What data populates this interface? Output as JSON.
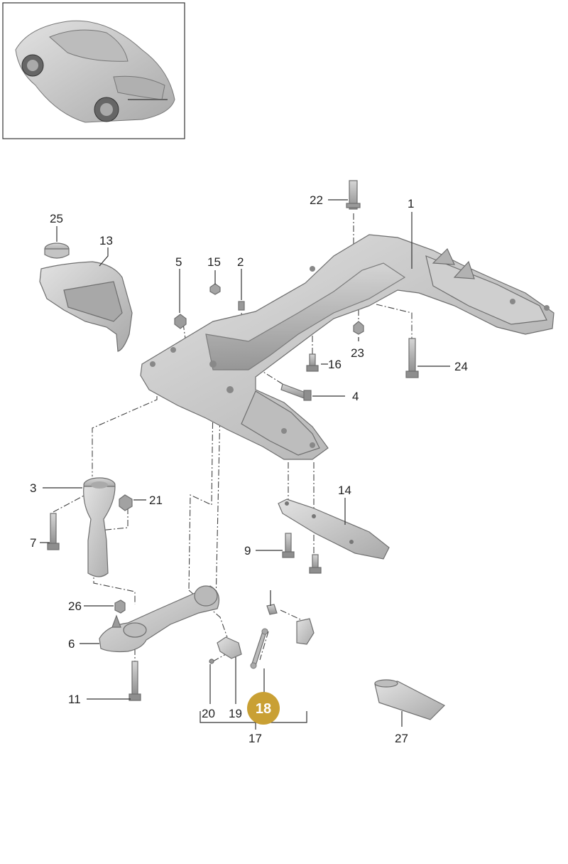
{
  "highlight_color": "#c9a034",
  "part_fill": "#c8c8c8",
  "part_dark": "#9a9a9a",
  "parts": [
    {
      "id": "p1",
      "label": "1"
    },
    {
      "id": "p2",
      "label": "2"
    },
    {
      "id": "p3",
      "label": "3"
    },
    {
      "id": "p4",
      "label": "4"
    },
    {
      "id": "p5",
      "label": "5"
    },
    {
      "id": "p6",
      "label": "6"
    },
    {
      "id": "p7",
      "label": "7"
    },
    {
      "id": "p9",
      "label": "9"
    },
    {
      "id": "p11",
      "label": "11"
    },
    {
      "id": "p13",
      "label": "13"
    },
    {
      "id": "p14",
      "label": "14"
    },
    {
      "id": "p15",
      "label": "15"
    },
    {
      "id": "p16",
      "label": "16"
    },
    {
      "id": "p17",
      "label": "17"
    },
    {
      "id": "p18",
      "label": "18",
      "highlighted": true
    },
    {
      "id": "p19",
      "label": "19"
    },
    {
      "id": "p20",
      "label": "20"
    },
    {
      "id": "p21",
      "label": "21"
    },
    {
      "id": "p22",
      "label": "22"
    },
    {
      "id": "p23",
      "label": "23"
    },
    {
      "id": "p24",
      "label": "24"
    },
    {
      "id": "p25",
      "label": "25"
    },
    {
      "id": "p26",
      "label": "26"
    },
    {
      "id": "p27",
      "label": "27"
    }
  ]
}
